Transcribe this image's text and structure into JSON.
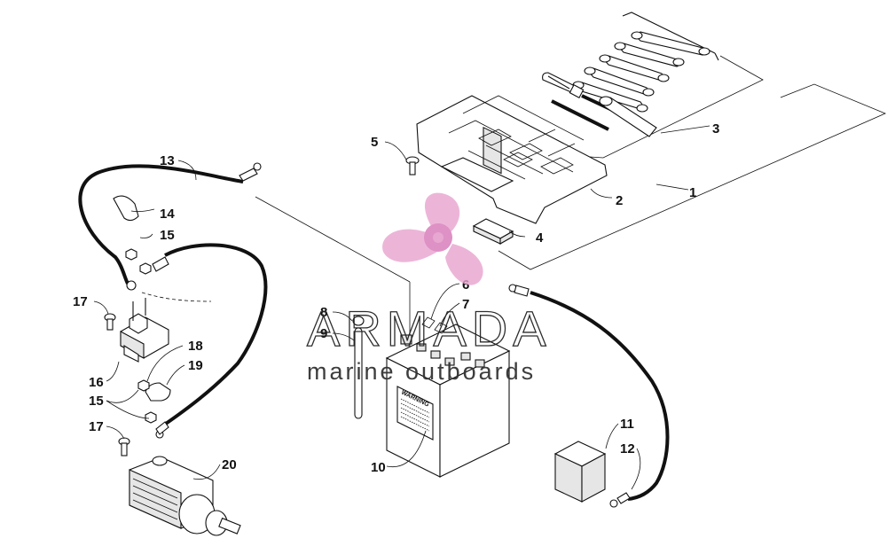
{
  "callouts": [
    {
      "id": "c1",
      "label": "1"
    },
    {
      "id": "c2",
      "label": "2"
    },
    {
      "id": "c3",
      "label": "3"
    },
    {
      "id": "c4",
      "label": "4"
    },
    {
      "id": "c5",
      "label": "5"
    },
    {
      "id": "c6",
      "label": "6"
    },
    {
      "id": "c7",
      "label": "7"
    },
    {
      "id": "c8",
      "label": "8"
    },
    {
      "id": "c9",
      "label": "9"
    },
    {
      "id": "c10",
      "label": "10"
    },
    {
      "id": "c11",
      "label": "11"
    },
    {
      "id": "c12",
      "label": "12"
    },
    {
      "id": "c13",
      "label": "13"
    },
    {
      "id": "c14",
      "label": "14"
    },
    {
      "id": "c15a",
      "label": "15"
    },
    {
      "id": "c15b",
      "label": "15"
    },
    {
      "id": "c16",
      "label": "16"
    },
    {
      "id": "c17a",
      "label": "17"
    },
    {
      "id": "c17b",
      "label": "17"
    },
    {
      "id": "c18",
      "label": "18"
    },
    {
      "id": "c19",
      "label": "19"
    },
    {
      "id": "c20",
      "label": "20"
    }
  ],
  "battery": {
    "warning_label": "WARNING"
  },
  "watermark": {
    "title": "ARMADA",
    "subtitle": "marine outboards",
    "logo_color": "#e7a3cf",
    "logo_hub_color": "#dd8cc2"
  }
}
